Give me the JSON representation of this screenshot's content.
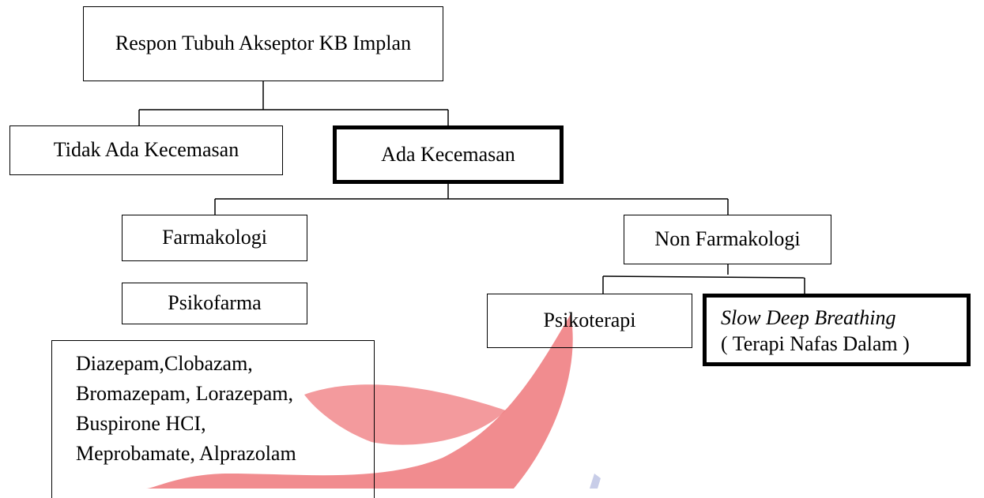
{
  "diagram": {
    "root": {
      "label": "Respon Tubuh Akseptor KB Implan"
    },
    "no_anxiety": {
      "label": "Tidak Ada Kecemasan"
    },
    "anxiety": {
      "label": "Ada Kecemasan"
    },
    "pharmacological": {
      "label": "Farmakologi"
    },
    "non_pharmacological": {
      "label": "Non Farmakologi"
    },
    "psychopharma": {
      "label": "Psikofarma"
    },
    "psychotherapy": {
      "label": "Psikoterapi"
    },
    "slow_deep_breathing": {
      "label_italic": "Slow Deep Breathing",
      "label_sub": "( Terapi Nafas Dalam )"
    },
    "drugs": {
      "lines": [
        "Diazepam,Clobazam,",
        "Bromazepam, Lorazepam,",
        "Buspirone HCI,",
        "Meprobamate, Alprazolam"
      ]
    }
  },
  "colors": {
    "line": "#000000",
    "watermark_red": "#ee6f73",
    "watermark_blue": "#c8cde8"
  },
  "icons": {
    "watermark": "watermark-shape"
  }
}
